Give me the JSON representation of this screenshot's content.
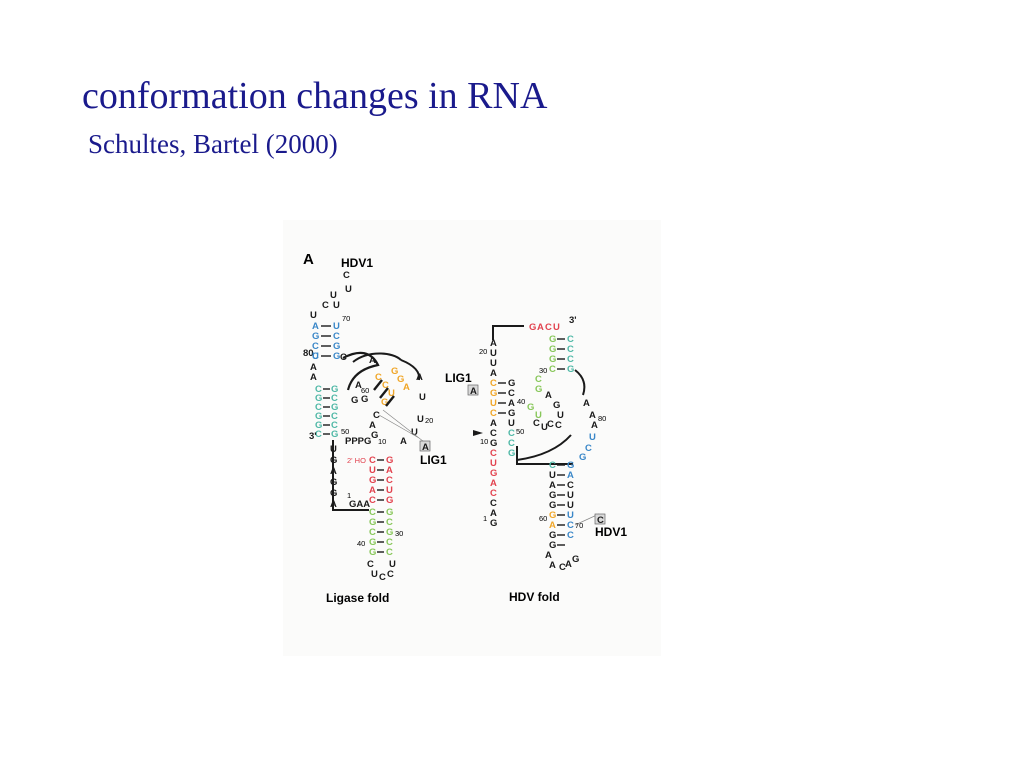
{
  "slide": {
    "title": "conformation changes in RNA",
    "subtitle": "Schultes, Bartel (2000)"
  },
  "figure": {
    "panel_label": "A",
    "left_caption": "Ligase fold",
    "right_caption": "HDV fold",
    "hdv1_left": "HDV1",
    "lig1_left": "LIG1",
    "lig1_right": "LIG1",
    "hdv1_right": "HDV1",
    "box_a_left": "A",
    "box_a_right": "A",
    "box_c_right": "C",
    "ppp_label": "PPPG",
    "ho_label": "2' HO",
    "end_label": "3'",
    "colors": {
      "red": "#e2434f",
      "blue": "#3a87c8",
      "green": "#88c75a",
      "orange": "#f0a628",
      "teal": "#4fb8a6",
      "black": "#1a1a1a"
    }
  }
}
